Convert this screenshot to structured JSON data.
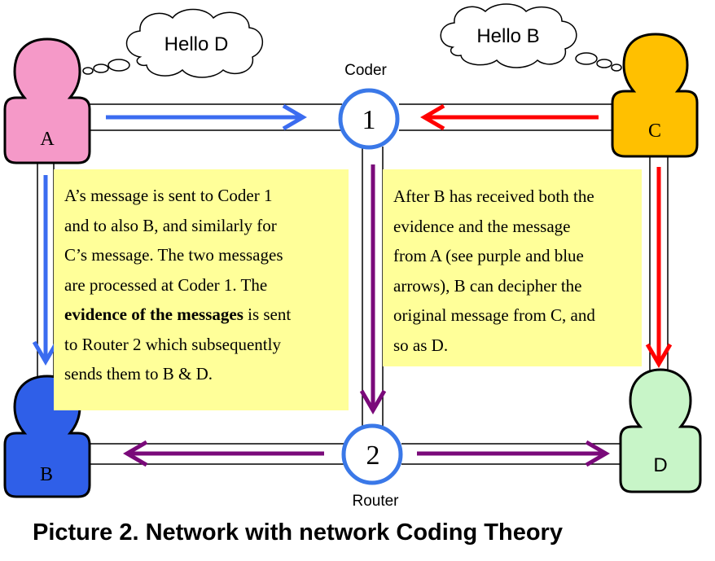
{
  "nodes": {
    "A": {
      "label": "A",
      "color": "#f599c8"
    },
    "B": {
      "label": "B",
      "color": "#2f5fe8"
    },
    "C": {
      "label": "C",
      "color": "#ffc000"
    },
    "D": {
      "label": "D",
      "color": "#c8f5c8"
    }
  },
  "coder": {
    "number": "1",
    "label": "Coder"
  },
  "router": {
    "number": "2",
    "label": "Router"
  },
  "thoughts": {
    "a": "Hello D",
    "c": "Hello B"
  },
  "colors": {
    "blue_arrow": "#3b6cf0",
    "red_arrow": "#ff0000",
    "purple_arrow": "#7a0a7a",
    "note_bg": "#ffff99",
    "circle_stroke": "#3a78e8"
  },
  "left_note": {
    "before": "A’s message is sent to Coder 1\nand to also B, and similarly for\nC’s message. The two messages\nare processed at Coder 1. The\n",
    "bold": "evidence of the messages",
    "after": " is sent\nto Router 2 which subsequently\nsends them to B & D."
  },
  "right_note": "After B has received both the\nevidence and the message\nfrom A (see purple and blue\narrows), B can decipher the\noriginal message from C, and\nso as D.",
  "caption": "Picture 2. Network with network Coding Theory"
}
